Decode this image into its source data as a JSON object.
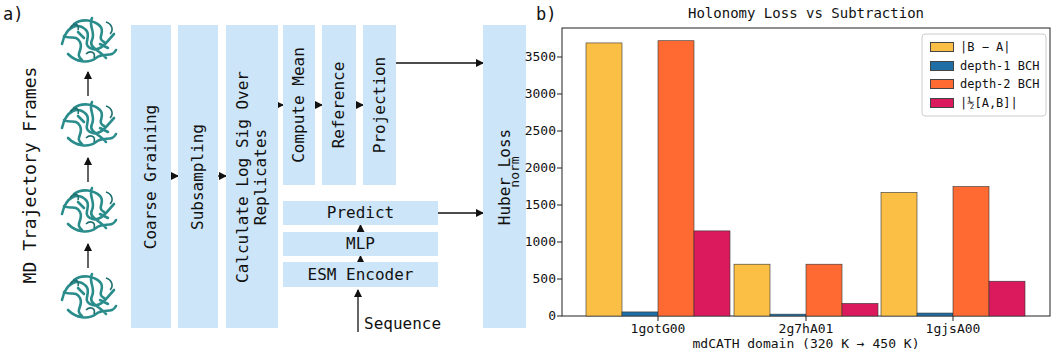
{
  "diagram": {
    "nodes": [
      {
        "text": [
          "Coarse Graining"
        ]
      },
      {
        "text": [
          "Subsampling"
        ]
      },
      {
        "text": [
          "Calculate Log Sig Over Replicates"
        ]
      },
      {
        "text": [
          "Compute Mean"
        ]
      },
      {
        "text": [
          "Reference"
        ]
      },
      {
        "text": [
          "Projection"
        ]
      },
      {
        "text": [
          "Predict"
        ]
      },
      {
        "text": [
          "MLP"
        ]
      },
      {
        "text": [
          "ESM Encoder"
        ]
      },
      {
        "text": [
          "Huber Loss"
        ]
      }
    ],
    "edges": [
      {
        "from": 0,
        "to": 1,
        "arrow": "to"
      },
      {
        "from": 1,
        "to": 2,
        "arrow": "to"
      },
      {
        "from": 2,
        "to": 3,
        "arrow": "to"
      },
      {
        "from": 3,
        "to": 4,
        "arrow": "to"
      },
      {
        "from": 4,
        "to": 5,
        "arrow": "to"
      },
      {
        "from": 5,
        "to": 9,
        "arrow": "to"
      },
      {
        "from": 8,
        "to": 7,
        "arrow": "to"
      },
      {
        "from": 7,
        "to": 6,
        "arrow": "to"
      },
      {
        "from": 6,
        "to": 9,
        "arrow": "to"
      }
    ],
    "labels": [
      "a)",
      "MD Trajectory Frames",
      "Sequence",
      "b)",
      "Holonomy Loss vs Subtraction",
      "0",
      "500",
      "1000",
      "1500",
      "2000",
      "2500",
      "3000",
      "3500",
      "norm",
      "1gotG00",
      "2g7hA01",
      "1gjsA00",
      "mdCATH domain (320 K → 450 K)"
    ],
    "legend": [
      {
        "text": "|B − A|",
        "color": "#fbbf45"
      },
      {
        "text": "depth-1 BCH",
        "color": "#1f6ea6"
      },
      {
        "text": "depth-2 BCH",
        "color": "#ff6a33"
      },
      {
        "text": "|½[A,B]|",
        "color": "#da1a5c"
      }
    ]
  }
}
